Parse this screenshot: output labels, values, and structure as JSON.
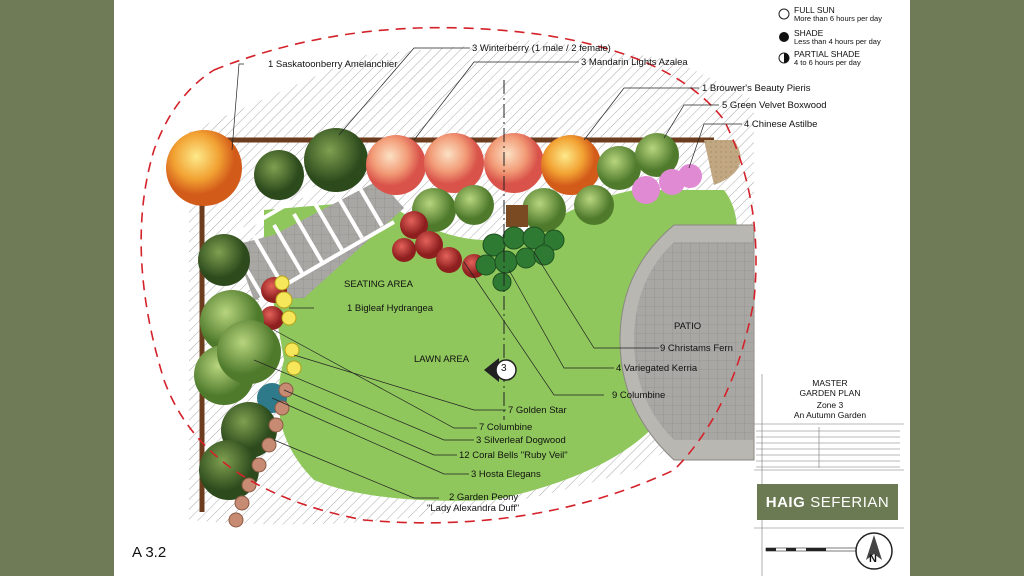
{
  "legend": [
    {
      "symbol": "empty-circle",
      "title": "FULL SUN",
      "sub": "More than 6 hours per day"
    },
    {
      "symbol": "filled-circle",
      "title": "SHADE",
      "sub": "Less than 4 hours per day"
    },
    {
      "symbol": "half-circle",
      "title": "PARTIAL SHADE",
      "sub": "4 to 6 hours per day"
    }
  ],
  "plant_labels": [
    "1  Saskatoonberry Amelanchier",
    "3  Winterberry (1 male / 2 female)",
    "3  Mandarin Lights Azalea",
    "1  Brouwer's Beauty Pieris",
    "5 Green Velvet Boxwood",
    "4 Chinese Astilbe",
    "1  Bigleaf Hydrangea",
    "9  Christams Fern",
    "4 Variegated Kerria",
    "9  Columbine",
    "7 Golden Star",
    "7  Columbine",
    "3  Silverleaf Dogwood",
    "12  Coral Bells \"Ruby Veil\"",
    "3  Hosta Elegans",
    "2  Garden Peony",
    "\"Lady Alexandra Duff\""
  ],
  "areas": {
    "seating": "SEATING AREA",
    "lawn": "LAWN AREA",
    "patio": "PATIO"
  },
  "marker": {
    "number": "3"
  },
  "title_block": {
    "title_line1": "MASTER",
    "title_line2": "GARDEN PLAN",
    "zone": "Zone 3",
    "subtitle": "An Autumn Garden"
  },
  "firm": {
    "name_bold": "HAIG",
    "name_rest": "SEFERIAN"
  },
  "sheet_number": "A 3.2",
  "north": "N",
  "colors": {
    "background": "#6f7a57",
    "lawn": "#8fc75c",
    "boundary_dash": "#d4222a",
    "brand": "#6b7a52"
  }
}
